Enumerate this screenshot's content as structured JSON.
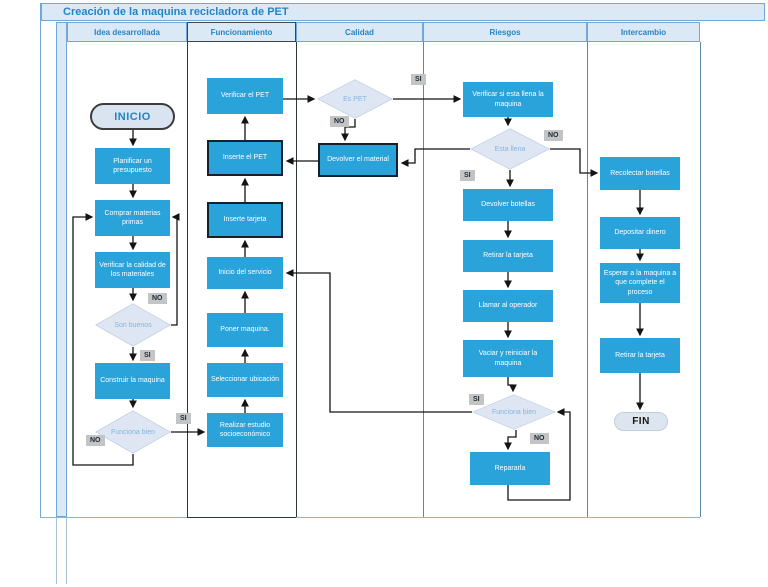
{
  "title": "Creación de la maquina recicladora de PET",
  "lanes": [
    "Idea desarrollada",
    "Funcionamiento",
    "Calidad",
    "Riesgos",
    "Intercambio"
  ],
  "decision_labels": {
    "si": "SI",
    "no": "NO"
  },
  "nodes": {
    "inicio": "INICIO",
    "fin": "FIN",
    "planificar": "Planificar un presupuesto",
    "comprar": "Comprar materias primas",
    "verificar_calidad": "Verificar la calidad de los materiales",
    "son_buenos": "Son buenos",
    "construir": "Construir la maquina",
    "funciona_bien_1": "Funciona bien",
    "verificar_pet": "Verificar el PET",
    "inserte_pet": "Inserte el PET",
    "inserte_tarjeta": "Inserte tarjeta",
    "inicio_servicio": "Inicio del servicio",
    "poner_maquina": "Poner maquina.",
    "seleccionar_ubicacion": "Seleccionar ubicación",
    "realizar_estudio": "Realizar estudio socioeconómico",
    "es_pet": "Es PET",
    "devolver_material": "Devolver el material",
    "verificar_llena": "Verificar si esta llena la maquina",
    "esta_llena": "Esta llena",
    "devolver_botellas": "Devolver botellas",
    "retirar_tarjeta_riesgos": "Retirar la tarjeta",
    "llamar_operador": "Llamar al operador",
    "vaciar_reiniciar": "Vaciar y reiniciar la maquina",
    "funciona_bien_2": "Funciona bien",
    "repararla": "Repararla",
    "recolectar_botellas": "Recolectar botellas",
    "depositar_dinero": "Depositar dinero",
    "esperar_maquina": "Esperar a la maquina a que complete el proceso",
    "retirar_tarjeta_intercambio": "Retirar la tarjeta"
  }
}
